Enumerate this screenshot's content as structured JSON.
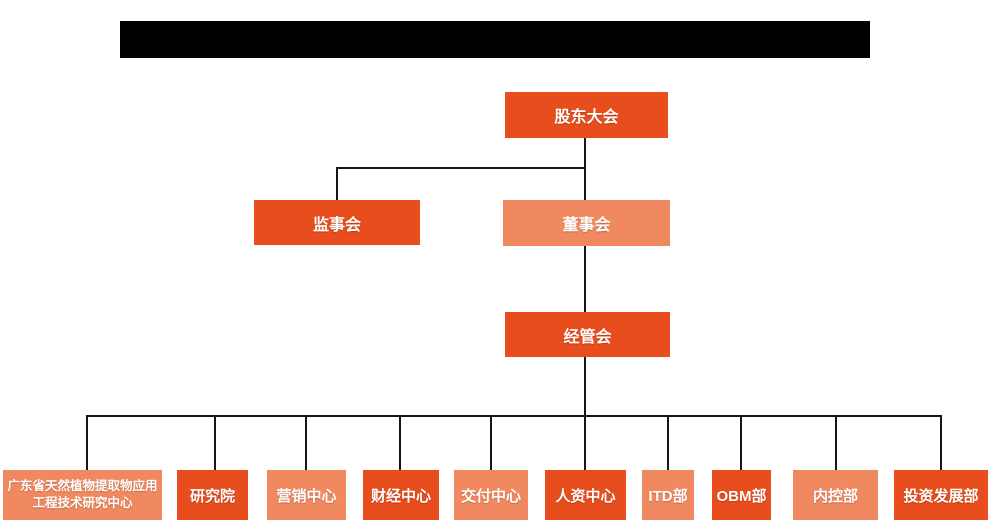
{
  "colors": {
    "node_primary": "#E84E1D",
    "node_secondary": "#F08960",
    "connector": "#161616",
    "banner": "#000000",
    "node_text": "#FFFFFF",
    "background": "#FFFFFF"
  },
  "org_chart": {
    "root": {
      "label": "股东大会"
    },
    "level2": [
      {
        "label": "监事会"
      },
      {
        "label": "董事会"
      }
    ],
    "level3": {
      "label": "经管会"
    },
    "departments": [
      {
        "label": "广东省天然植物提取物应用工程技术研究中心"
      },
      {
        "label": "研究院"
      },
      {
        "label": "营销中心"
      },
      {
        "label": "财经中心"
      },
      {
        "label": "交付中心"
      },
      {
        "label": "人资中心"
      },
      {
        "label": "ITD部"
      },
      {
        "label": "OBM部"
      },
      {
        "label": "内控部"
      },
      {
        "label": "投资发展部"
      }
    ]
  }
}
